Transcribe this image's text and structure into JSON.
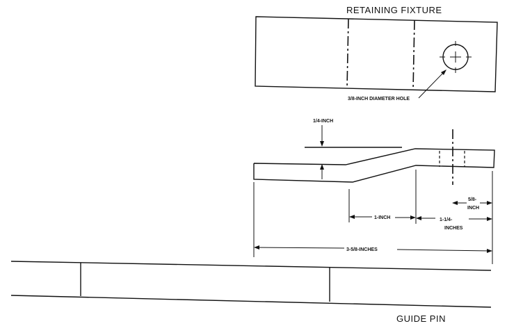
{
  "titles": {
    "retaining_fixture": "RETAINING FIXTURE",
    "guide_pin": "GUIDE PIN"
  },
  "labels": {
    "hole": "3/8-INCH DIAMETER HOLE",
    "quarter_inch": "1/4-INCH",
    "five_eighths_a": "5/8-",
    "five_eighths_b": "INCH",
    "one_inch": "1-INCH",
    "one_quarter_a": "1-1/4-",
    "one_quarter_b": "INCHES",
    "overall": "3-5/8-INCHES"
  }
}
